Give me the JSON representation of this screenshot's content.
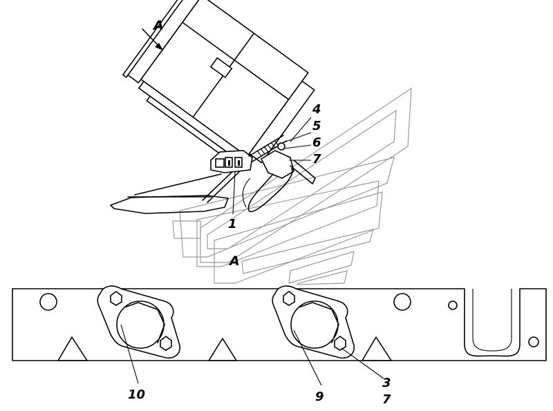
{
  "view_label": "A",
  "section_label": "A",
  "callouts": {
    "c1": "1",
    "c4": "4",
    "c5": "5",
    "c6": "6",
    "c7_top": "7",
    "c10": "10",
    "c9": "9",
    "c3": "3",
    "c7_bottom": "7"
  },
  "colors": {
    "line": "#000000",
    "watermark": "#9a9a9a",
    "background": "#ffffff"
  }
}
